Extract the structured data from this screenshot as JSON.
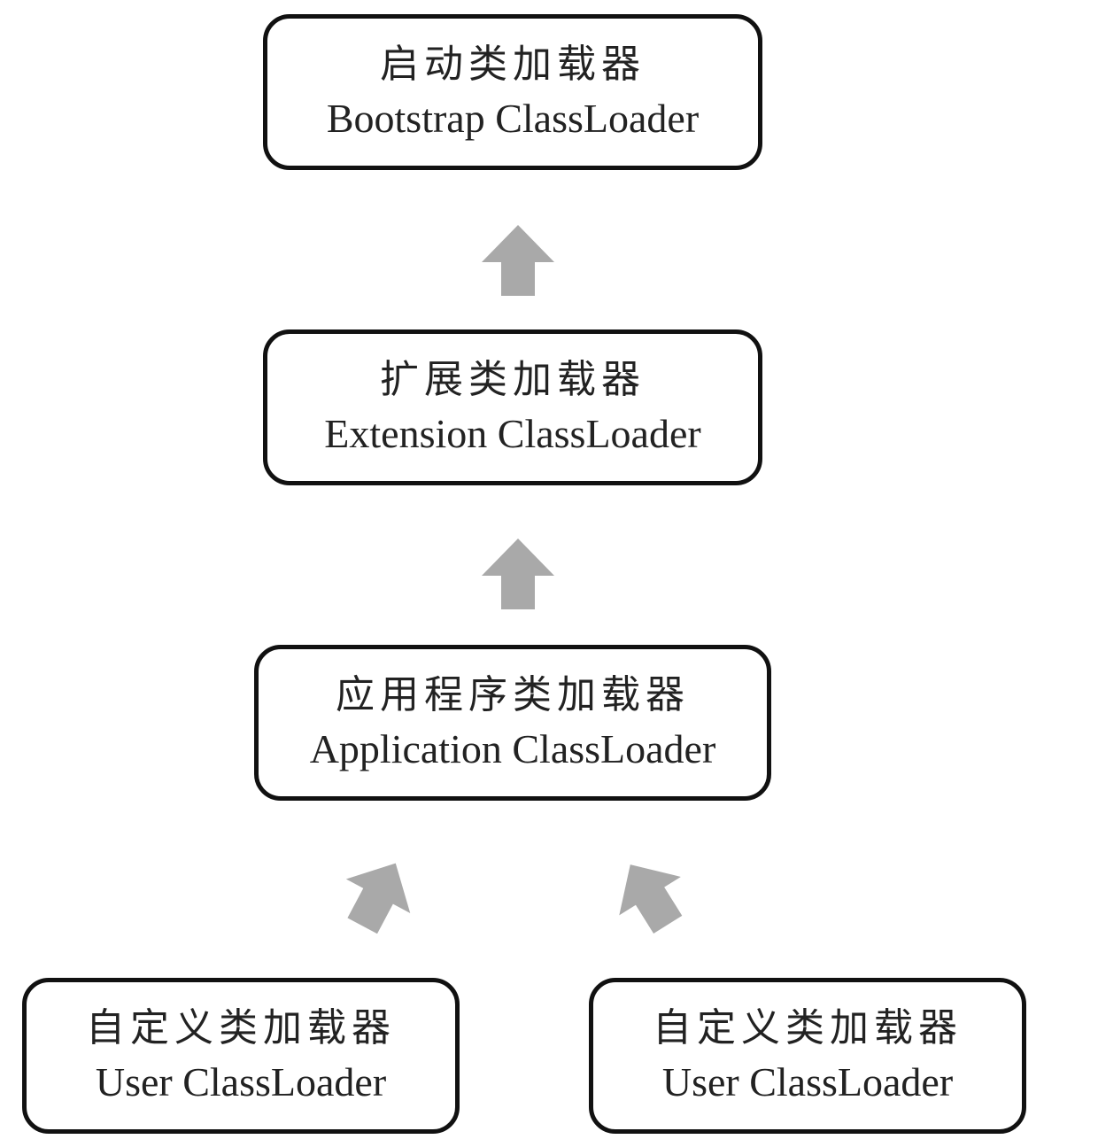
{
  "nodes": {
    "bootstrap": {
      "cn": "启动类加载器",
      "en": "Bootstrap ClassLoader"
    },
    "extension": {
      "cn": "扩展类加载器",
      "en": "Extension ClassLoader"
    },
    "application": {
      "cn": "应用程序类加载器",
      "en": "Application ClassLoader"
    },
    "user_1": {
      "cn": "自定义类加载器",
      "en": "User ClassLoader"
    },
    "user_2": {
      "cn": "自定义类加载器",
      "en": "User ClassLoader"
    }
  },
  "edges": [
    {
      "from": "extension",
      "to": "bootstrap"
    },
    {
      "from": "application",
      "to": "extension"
    },
    {
      "from": "user_1",
      "to": "application"
    },
    {
      "from": "user_2",
      "to": "application"
    }
  ],
  "colors": {
    "border": "#111111",
    "arrow": "#a9a9a9",
    "background": "#ffffff"
  }
}
